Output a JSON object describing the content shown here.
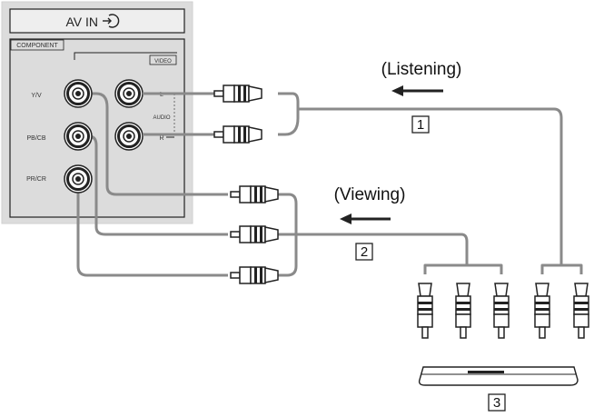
{
  "panel": {
    "title": "AV IN",
    "input_icon": "input-arrow-icon",
    "component_label": "COMPONENT",
    "video_label": "VIDEO",
    "audio_label": "AUDIO",
    "jack_labels": {
      "y": "Y/V",
      "pb": "PB/CB",
      "pr": "PR/CR",
      "left": "L",
      "right": "R"
    }
  },
  "captions": {
    "listening": "(Listening)",
    "viewing": "(Viewing)"
  },
  "callouts": {
    "audio_cable": "1",
    "component_cable": "2",
    "device": "3"
  },
  "colors": {
    "panel_bg": "#dcdcdc",
    "cable": "#8a8a8a",
    "outline": "#222222"
  }
}
